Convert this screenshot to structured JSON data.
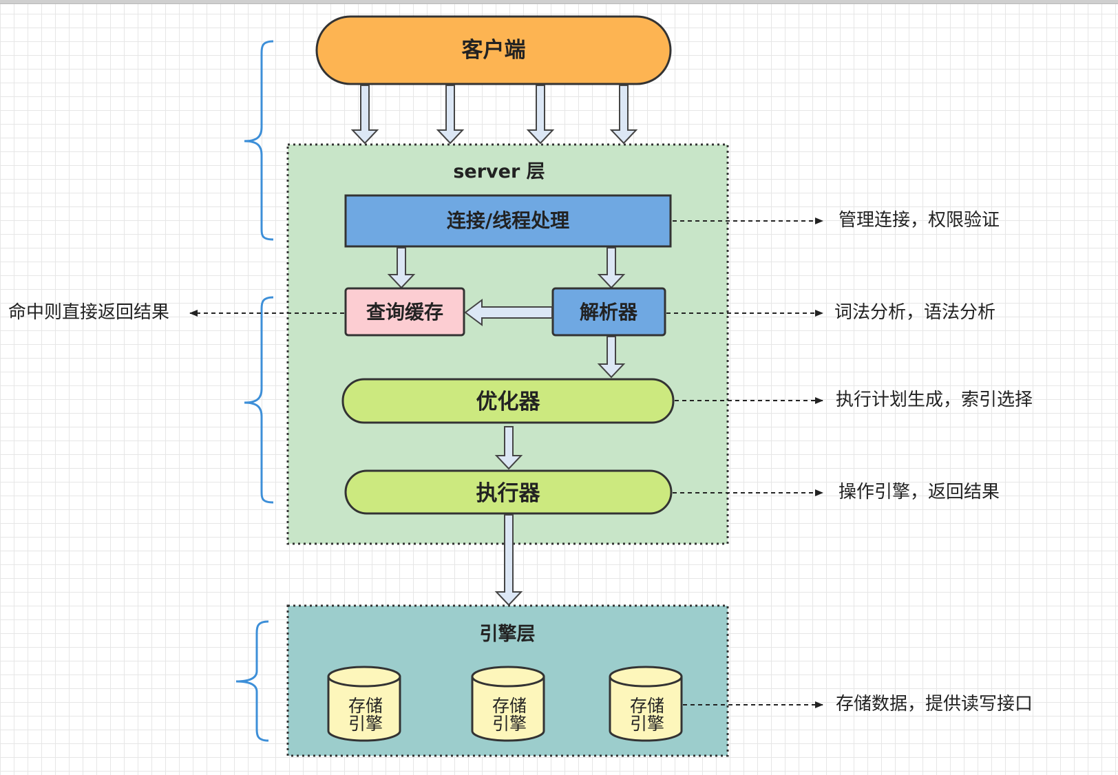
{
  "client": {
    "label": "客户端",
    "color": "#fdb452"
  },
  "server": {
    "title": "server 层",
    "bg": "#c8e5c8"
  },
  "connection": {
    "label": "连接/线程处理",
    "color": "#6fa8e2"
  },
  "cache": {
    "label": "查询缓存",
    "color": "#fccdd2"
  },
  "parser": {
    "label": "解析器",
    "color": "#6fa8e2"
  },
  "optimizer": {
    "label": "优化器",
    "color": "#cce97f"
  },
  "executor": {
    "label": "执行器",
    "color": "#cce97f"
  },
  "engine_layer": {
    "title": "引擎层",
    "bg": "#9ccdcc"
  },
  "storage_engines": [
    {
      "line1": "存储",
      "line2": "引擎"
    },
    {
      "line1": "存储",
      "line2": "引擎"
    },
    {
      "line1": "存储",
      "line2": "引擎"
    }
  ],
  "storage_color": "#fdf6bb",
  "annotations": {
    "connection": "管理连接，权限验证",
    "parser": "词法分析，语法分析",
    "cache": "命中则直接返回结果",
    "optimizer": "执行计划生成，索引选择",
    "executor": "操作引擎，返回结果",
    "storage": "存储数据，提供读写接口"
  },
  "accent": "#3d8fd8"
}
